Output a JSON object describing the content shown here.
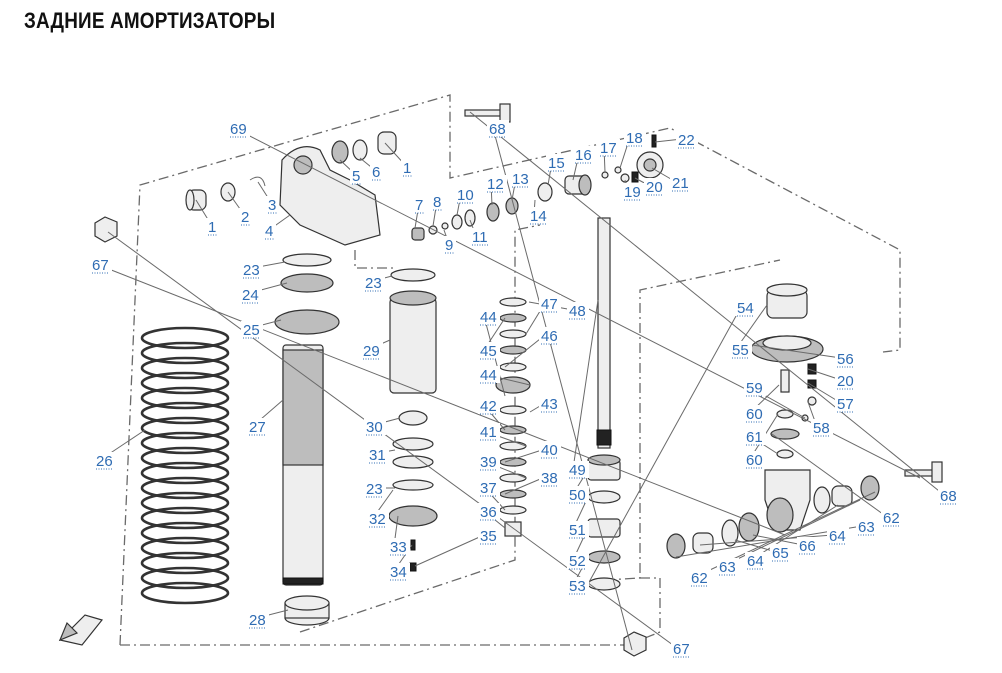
{
  "title": "ЗАДНИЕ АМОРТИЗАТОРЫ",
  "callouts": [
    "1",
    "2",
    "3",
    "4",
    "5",
    "6",
    "1",
    "7",
    "8",
    "9",
    "10",
    "11",
    "12",
    "13",
    "14",
    "15",
    "16",
    "17",
    "18",
    "19",
    "20",
    "21",
    "22",
    "23",
    "23",
    "23",
    "24",
    "25",
    "26",
    "27",
    "28",
    "29",
    "30",
    "31",
    "32",
    "33",
    "34",
    "35",
    "36",
    "37",
    "38",
    "39",
    "40",
    "41",
    "42",
    "43",
    "44",
    "44",
    "45",
    "46",
    "47",
    "48",
    "49",
    "50",
    "51",
    "52",
    "53",
    "54",
    "55",
    "56",
    "20",
    "57",
    "58",
    "59",
    "60",
    "60",
    "61",
    "62",
    "62",
    "63",
    "63",
    "64",
    "64",
    "65",
    "66",
    "67",
    "67",
    "68",
    "68",
    "69"
  ],
  "icons": {
    "front_direction": "front-arrow-icon"
  },
  "colors": {
    "callout": "#2f6cb3",
    "outline": "#333333",
    "guide_line": "#6a6a6a"
  }
}
